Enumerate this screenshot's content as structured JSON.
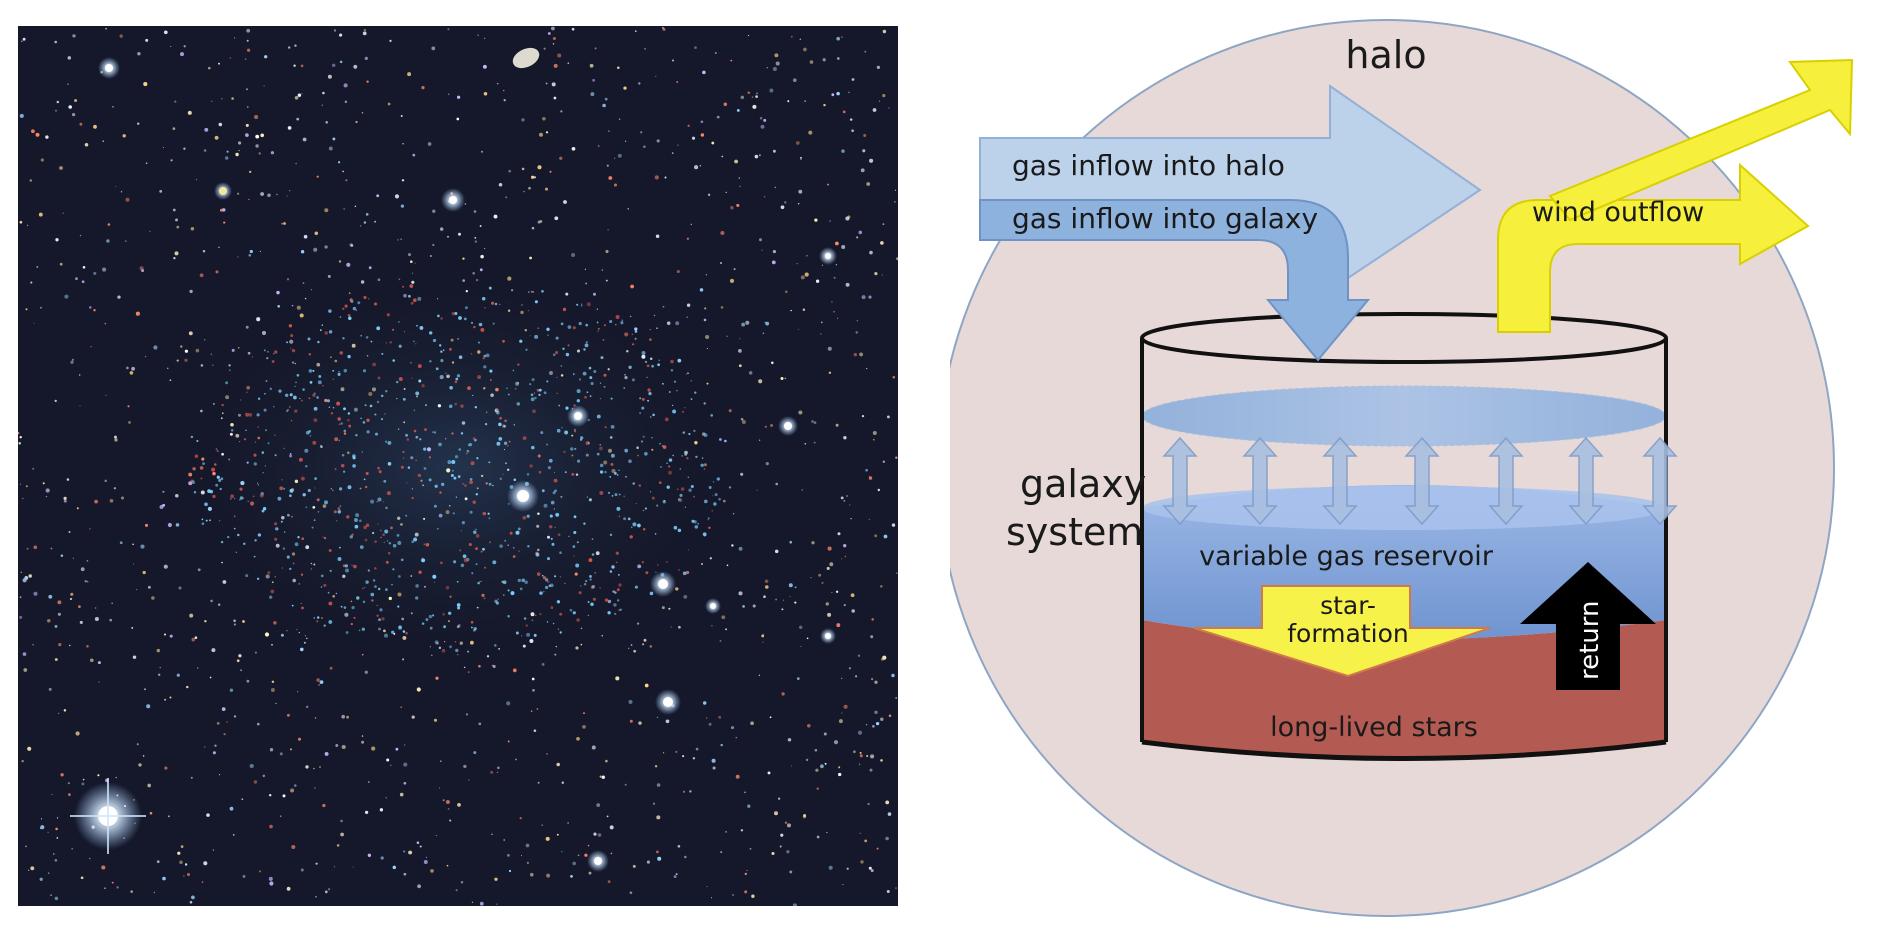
{
  "diagram": {
    "halo_label": "halo",
    "inflow_halo_label": "gas inflow into halo",
    "inflow_galaxy_label": "gas inflow into galaxy",
    "wind_outflow_label": "wind outflow",
    "galaxy_system_line1": "galaxy",
    "galaxy_system_line2": "system",
    "gas_reservoir_label": "variable gas reservoir",
    "star_formation_line1": "star-",
    "star_formation_line2": "formation",
    "return_label": "return",
    "long_lived_stars_label": "long-lived stars"
  },
  "colors": {
    "sky_background": "#15182a",
    "halo_fill": "#e6d9d8",
    "halo_stroke": "#8ea6c4",
    "inflow_halo": "#bcd1ea",
    "inflow_galaxy": "#8eb2de",
    "wind_outflow": "#f6ef3c",
    "gas_reservoir": "#7ea1da",
    "stars_layer": "#b35b52",
    "star_formation_arrow": "#f7f24a",
    "return_arrow": "#000000"
  }
}
